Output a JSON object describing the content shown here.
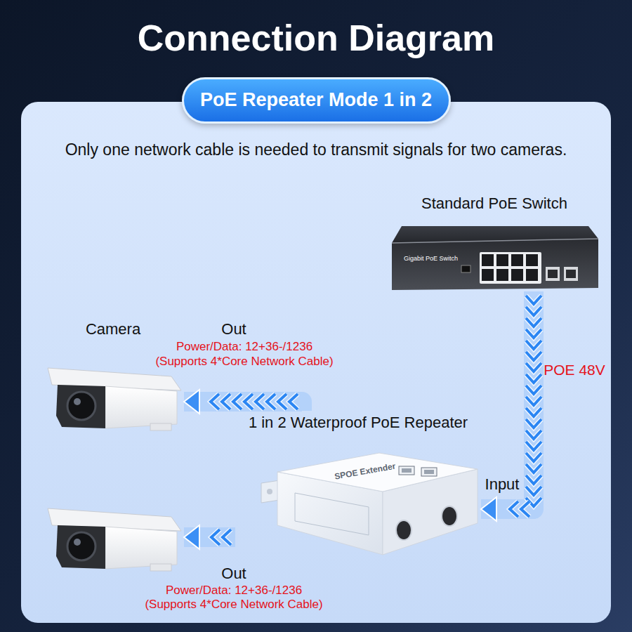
{
  "diagram": {
    "title": "Connection Diagram",
    "nodes": [
      {
        "text": [
          "PoE Repeater Mode 1 in 2"
        ]
      },
      {
        "text": [
          "Standard PoE Switch",
          "Gigabit PoE Switch"
        ]
      },
      {
        "text": [
          "Camera"
        ]
      },
      {
        "text": [
          "1 in 2 Waterproof PoE Repeater",
          "SPOE Extender"
        ]
      },
      {
        "text": []
      }
    ],
    "edges": [
      {
        "from": 1,
        "to": 3,
        "arrow": "to",
        "label": "POE 48V"
      },
      {
        "from": 3,
        "to": 2,
        "arrow": "to",
        "label": "Out"
      },
      {
        "from": 3,
        "to": 4,
        "arrow": "to",
        "label": "Out"
      }
    ],
    "labels": [
      "Only one network cable is needed to transmit signals for two cameras.",
      "Power/Data: 12+36-/1236",
      "(Supports 4*Core Network Cable)",
      "Input",
      "Power/Data: 12+36-/1236",
      "(Supports 4*Core Network Cable)"
    ]
  }
}
